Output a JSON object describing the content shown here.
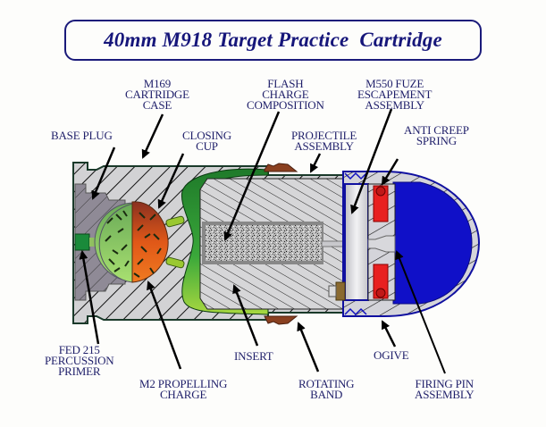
{
  "title": "40mm M918 Target Practice  Cartridge",
  "labels": {
    "cartridge_case": "M169\nCARTRIDGE\nCASE",
    "flash_charge": "FLASH\nCHARGE\nCOMPOSITION",
    "fuze_escapement": "M550 FUZE\nESCAPEMENT\nASSEMBLY",
    "base_plug": "BASE PLUG",
    "closing_cup": "CLOSING\nCUP",
    "projectile_assembly": "PROJECTILE\nASSEMBLY",
    "anti_creep_spring": "ANTI CREEP\nSPRING",
    "primer": "FED 215\nPERCUSSION\nPRIMER",
    "insert": "INSERT",
    "ogive": "OGIVE",
    "propelling_charge": "M2 PROPELLING\nCHARGE",
    "rotating_band": "ROTATING\nBAND",
    "firing_pin": "FIRING PIN\nASSEMBLY"
  },
  "colors": {
    "title": "#16167a",
    "label_text": "#1f1f6a",
    "case_fill": "#cfcfd2",
    "base_plug": "#8a8490",
    "closing_cup": "#2f9a3a",
    "charge_green": "#8cc868",
    "charge_orange": "#e06a20",
    "flash_charge": "#b9b9b9",
    "ogive_blue": "#1010c8",
    "spring_red": "#e82020",
    "rotating_band": "#8a4020"
  }
}
